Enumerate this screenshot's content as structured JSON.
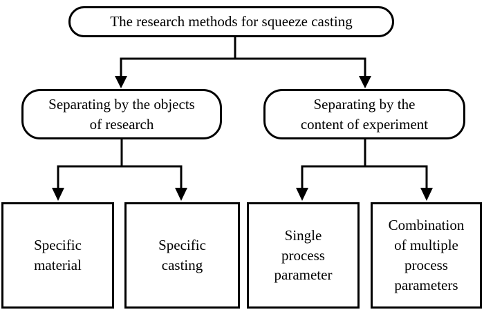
{
  "diagram": {
    "root": {
      "label": "The research methods for squeeze casting"
    },
    "branches": [
      {
        "label": "Separating by the objects\nof research",
        "children": [
          {
            "label": "Specific\nmaterial"
          },
          {
            "label": "Specific\ncasting"
          }
        ]
      },
      {
        "label": "Separating by the\ncontent of experiment",
        "children": [
          {
            "label": "Single\nprocess\nparameter"
          },
          {
            "label": "Combination\nof multiple\nprocess\nparameters"
          }
        ]
      }
    ],
    "colors": {
      "line": "#000000",
      "background": "#ffffff",
      "text": "#000000"
    }
  }
}
